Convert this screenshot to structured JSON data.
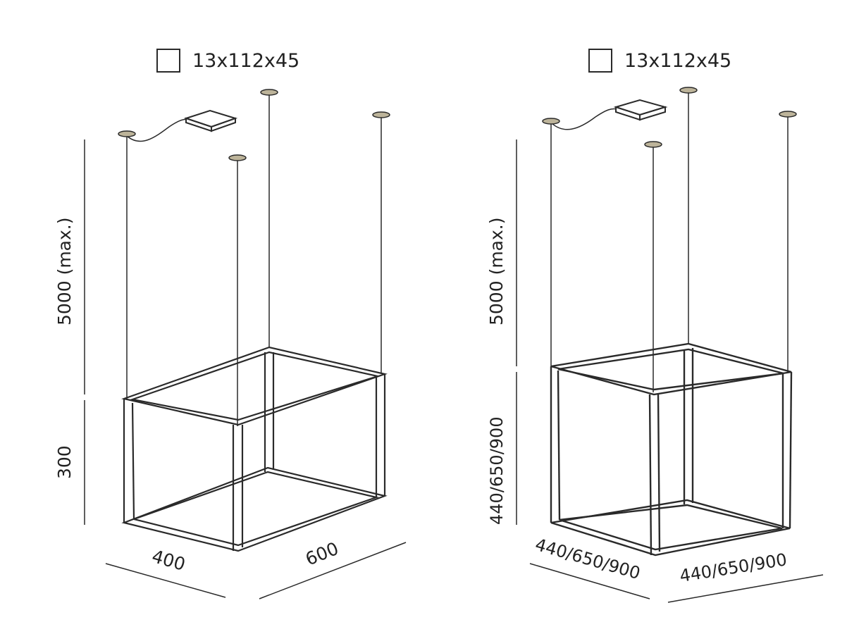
{
  "colors": {
    "line": "#2a2a2a",
    "disc": "#bdb49a",
    "box": "#ffffff"
  },
  "left": {
    "driver_label": "13x112x45",
    "height_cable": "5000 (max.)",
    "height_frame": "300",
    "depth": "400",
    "width": "600",
    "icons": [
      "driver-box-icon",
      "ceiling-rose-icon",
      "rectangular-frame-icon"
    ]
  },
  "right": {
    "driver_label": "13x112x45",
    "height_cable": "5000 (max.)",
    "height_frame": "440/650/900",
    "depth": "440/650/900",
    "width": "440/650/900",
    "icons": [
      "driver-box-icon",
      "ceiling-rose-icon",
      "cube-frame-icon"
    ]
  }
}
